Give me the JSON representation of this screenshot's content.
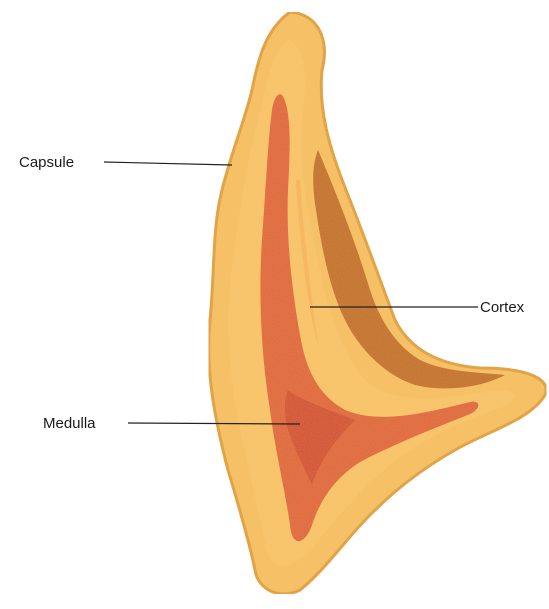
{
  "labels": {
    "capsule": "Capsule",
    "cortex": "Cortex",
    "medulla": "Medulla"
  },
  "colors": {
    "background": "#ffffff",
    "capsule_outer": "#f7c065",
    "capsule_rim": "#e0a040",
    "cortex_fill": "#f9c56b",
    "cortex_shadow": "#b8621e",
    "medulla_fill": "#e0643c",
    "medulla_core": "#d24c36",
    "leader_line": "#222222",
    "label_text": "#1a1a1a"
  }
}
